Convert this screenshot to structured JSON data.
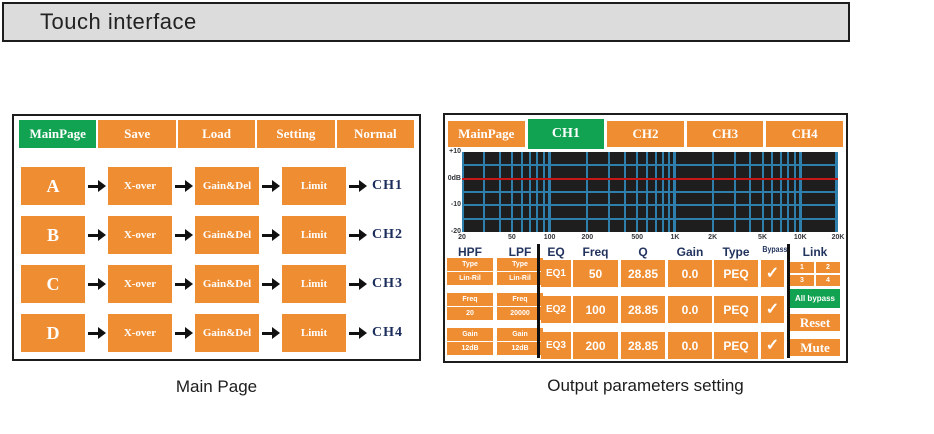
{
  "header": {
    "title": "Touch interface"
  },
  "colors": {
    "orange": "#EF8D33",
    "green": "#12A352",
    "navy_text": "#22335E",
    "graph_bg": "#1E1E1E",
    "grid_blue": "#2E7FAC",
    "zero_red": "#C81717",
    "titlebar_bg": "#DCDCDC"
  },
  "left_panel": {
    "caption": "Main Page",
    "tabs": [
      {
        "label": "MainPage",
        "active": true
      },
      {
        "label": "Save",
        "active": false
      },
      {
        "label": "Load",
        "active": false
      },
      {
        "label": "Setting",
        "active": false
      },
      {
        "label": "Normal",
        "active": false
      }
    ],
    "rows": [
      {
        "input": "A",
        "blocks": [
          "X-over",
          "Gain&Del",
          "Limit"
        ],
        "output": "CH1"
      },
      {
        "input": "B",
        "blocks": [
          "X-over",
          "Gain&Del",
          "Limit"
        ],
        "output": "CH2"
      },
      {
        "input": "C",
        "blocks": [
          "X-over",
          "Gain&Del",
          "Limit"
        ],
        "output": "CH3"
      },
      {
        "input": "D",
        "blocks": [
          "X-over",
          "Gain&Del",
          "Limit"
        ],
        "output": "CH4"
      }
    ]
  },
  "right_panel": {
    "caption": "Output parameters setting",
    "tabs": [
      {
        "label": "MainPage",
        "active": false
      },
      {
        "label": "CH1",
        "active": true
      },
      {
        "label": "CH2",
        "active": false
      },
      {
        "label": "CH3",
        "active": false
      },
      {
        "label": "CH4",
        "active": false
      }
    ],
    "graph": {
      "y_labels": [
        {
          "label": "+10",
          "db": 10
        },
        {
          "label": "0dB",
          "db": 0
        },
        {
          "label": "-10",
          "db": -10
        },
        {
          "label": "-20",
          "db": -20
        }
      ],
      "db_min": -20,
      "db_max": 10,
      "freq_min_hz": 20,
      "freq_max_hz": 20000,
      "x_ticks": [
        {
          "label": "20",
          "hz": 20
        },
        {
          "label": "50",
          "hz": 50
        },
        {
          "label": "100",
          "hz": 100
        },
        {
          "label": "200",
          "hz": 200
        },
        {
          "label": "500",
          "hz": 500
        },
        {
          "label": "1K",
          "hz": 1000
        },
        {
          "label": "2K",
          "hz": 2000
        },
        {
          "label": "5K",
          "hz": 5000
        },
        {
          "label": "10K",
          "hz": 10000
        },
        {
          "label": "20K",
          "hz": 20000
        }
      ],
      "v_gridlines_hz": [
        20,
        30,
        40,
        50,
        60,
        70,
        80,
        90,
        100,
        200,
        300,
        400,
        500,
        600,
        700,
        800,
        900,
        1000,
        2000,
        3000,
        4000,
        5000,
        6000,
        7000,
        8000,
        9000,
        10000,
        20000
      ],
      "major_gridlines_hz": [
        100,
        1000,
        10000,
        20000
      ],
      "h_gridlines_db": [
        5,
        -5,
        -10,
        -15
      ],
      "zero_line_db": 0
    },
    "filters": {
      "hpf": {
        "header": "HPF",
        "buttons": [
          "Type",
          "Lin-Ril",
          "Freq",
          "20",
          "Gain",
          "12dB"
        ]
      },
      "lpf": {
        "header": "LPF",
        "buttons": [
          "Type",
          "Lin-Ril",
          "Freq",
          "20000",
          "Gain",
          "12dB"
        ]
      }
    },
    "eq_table": {
      "headers": [
        "EQ",
        "Freq",
        "Q",
        "Gain",
        "Type",
        "Bypass"
      ],
      "check_glyph": "✓",
      "rows": [
        {
          "eq": "EQ1",
          "freq": "50",
          "q": "28.85",
          "gain": "0.0",
          "type": "PEQ",
          "bypass": true
        },
        {
          "eq": "EQ2",
          "freq": "100",
          "q": "28.85",
          "gain": "0.0",
          "type": "PEQ",
          "bypass": true
        },
        {
          "eq": "EQ3",
          "freq": "200",
          "q": "28.85",
          "gain": "0.0",
          "type": "PEQ",
          "bypass": true
        }
      ]
    },
    "link": {
      "header": "Link",
      "pair_buttons": [
        [
          "1",
          "2"
        ],
        [
          "3",
          "4"
        ]
      ],
      "all_bypass_label": "All bypass",
      "reset_label": "Reset",
      "mute_label": "Mute"
    }
  }
}
